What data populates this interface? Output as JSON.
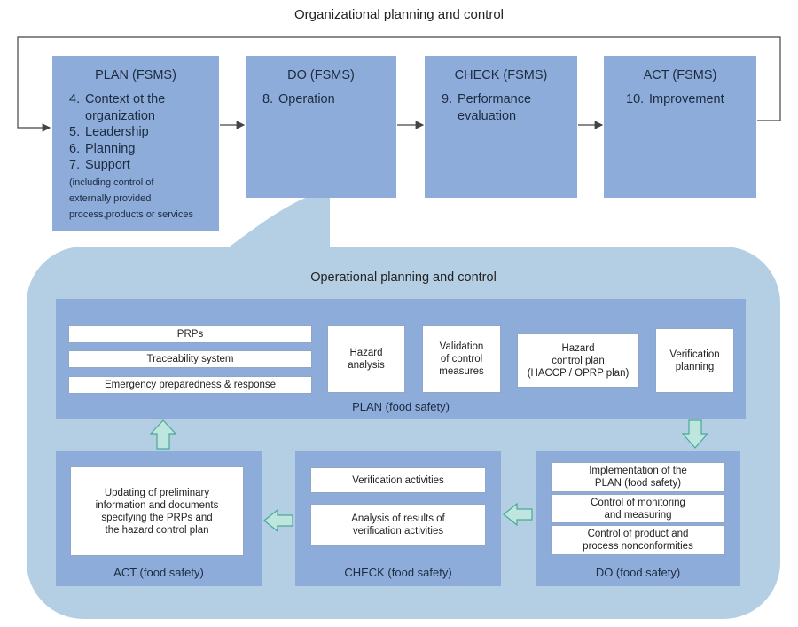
{
  "top_title": "Organizational planning and control",
  "phases": {
    "plan": {
      "title": "PLAN (FSMS)",
      "items": [
        {
          "num": "4.",
          "text": "Context ot the",
          "cont": "organization"
        },
        {
          "num": "5.",
          "text": "Leadership"
        },
        {
          "num": "6.",
          "text": "Planning"
        },
        {
          "num": "7.",
          "text": "Support"
        }
      ],
      "note": [
        "(including control of",
        "externally provided",
        "process,products or services"
      ]
    },
    "do": {
      "title": "DO (FSMS)",
      "items": [
        {
          "num": "8.",
          "text": "Operation"
        }
      ]
    },
    "check": {
      "title": "CHECK (FSMS)",
      "items": [
        {
          "num": "9.",
          "text": "Performance",
          "cont": "evaluation"
        }
      ]
    },
    "act": {
      "title": "ACT (FSMS)",
      "items": [
        {
          "num": "10.",
          "text": "Improvement"
        }
      ]
    }
  },
  "operational": {
    "title": "Operational planning and control",
    "plan_panel": {
      "caption": "PLAN (food safety)",
      "prps": "PRPs",
      "traceability": "Traceability system",
      "emergency": "Emergency preparedness & response",
      "hazard_analysis": [
        "Hazard",
        "analysis"
      ],
      "validation": [
        "Validation",
        "of control",
        "measures"
      ],
      "hazard_control_plan": [
        "Hazard",
        "control plan",
        "(HACCP / OPRP plan)"
      ],
      "verification_planning": [
        "Verification",
        "planning"
      ]
    },
    "do_panel": {
      "caption": "DO (food safety)",
      "implementation": [
        "Implementation of the",
        "PLAN (food safety)"
      ],
      "monitoring": [
        "Control of monitoring",
        "and measuring"
      ],
      "nonconformities": [
        "Control of product and",
        "process nonconformities"
      ]
    },
    "check_panel": {
      "caption": "CHECK (food safety)",
      "verification_activities": "Verification activities",
      "analysis": [
        "Analysis of results of",
        "verification activities"
      ]
    },
    "act_panel": {
      "caption": "ACT (food safety)",
      "updating": [
        "Updating of preliminary",
        "information and documents",
        "specifying the PRPs and",
        "the hazard control plan"
      ]
    }
  },
  "colors": {
    "phase_box": "#8dacd9",
    "bubble": "#b4cfe4",
    "arrow_fill": "#bfe6de",
    "arrow_stroke": "#4aa898"
  }
}
